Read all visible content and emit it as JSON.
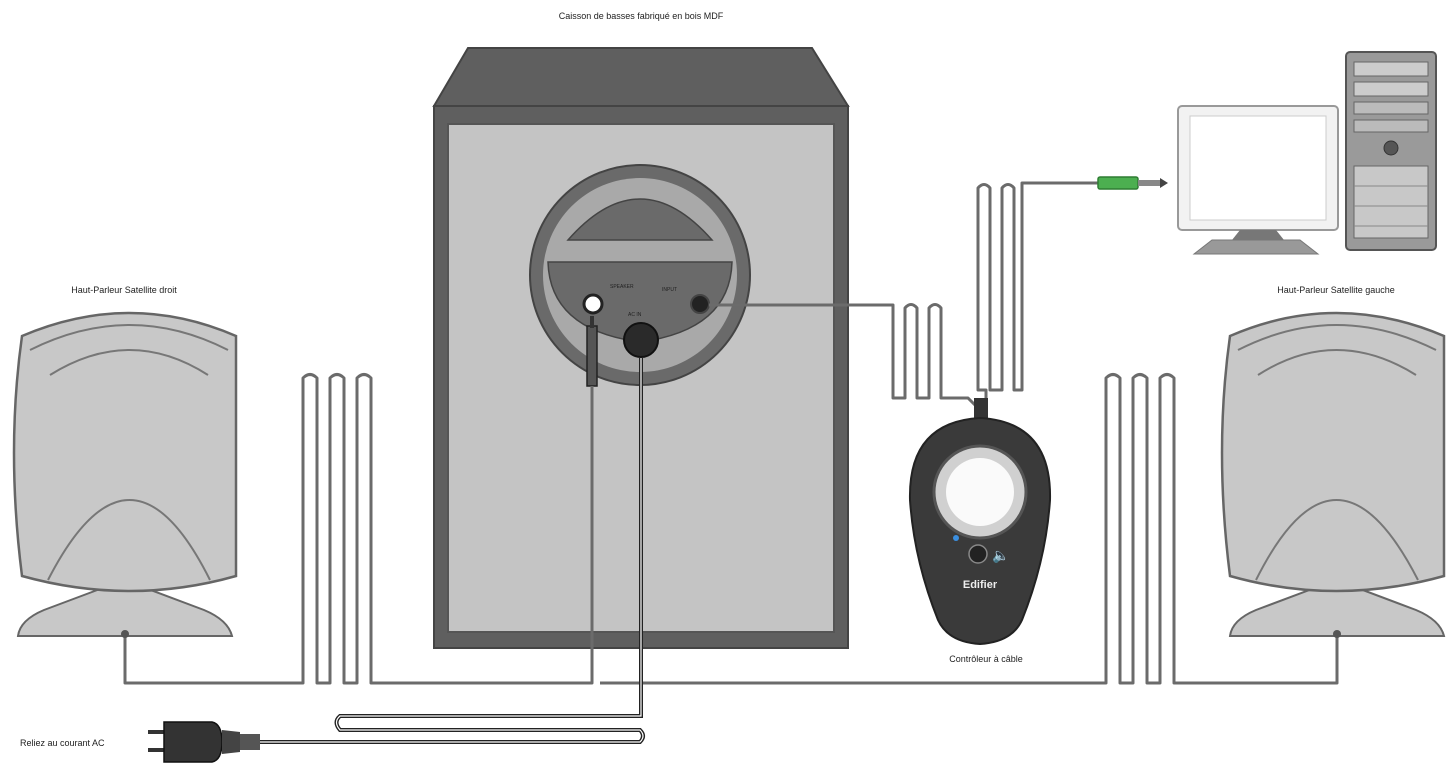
{
  "labels": {
    "subwoofer": "Caisson de basses fabriqué en bois MDF",
    "right_satellite": "Haut-Parleur Satellite droit",
    "left_satellite": "Haut-Parleur Satellite gauche",
    "controller": "Contrôleur à câble",
    "ac_plug": "Reliez au courant AC"
  },
  "panel": {
    "speaker_out": "SPEAKER",
    "input": "INPUT",
    "ac_in": "AC IN"
  },
  "brand": "Edifier",
  "colors": {
    "cabinet_dark": "#5f5f5f",
    "cabinet_light": "#c4c4c4",
    "satellite_fill": "#c8c8c8",
    "cable": "#6b6b6b",
    "jack_green": "#4caf50"
  }
}
